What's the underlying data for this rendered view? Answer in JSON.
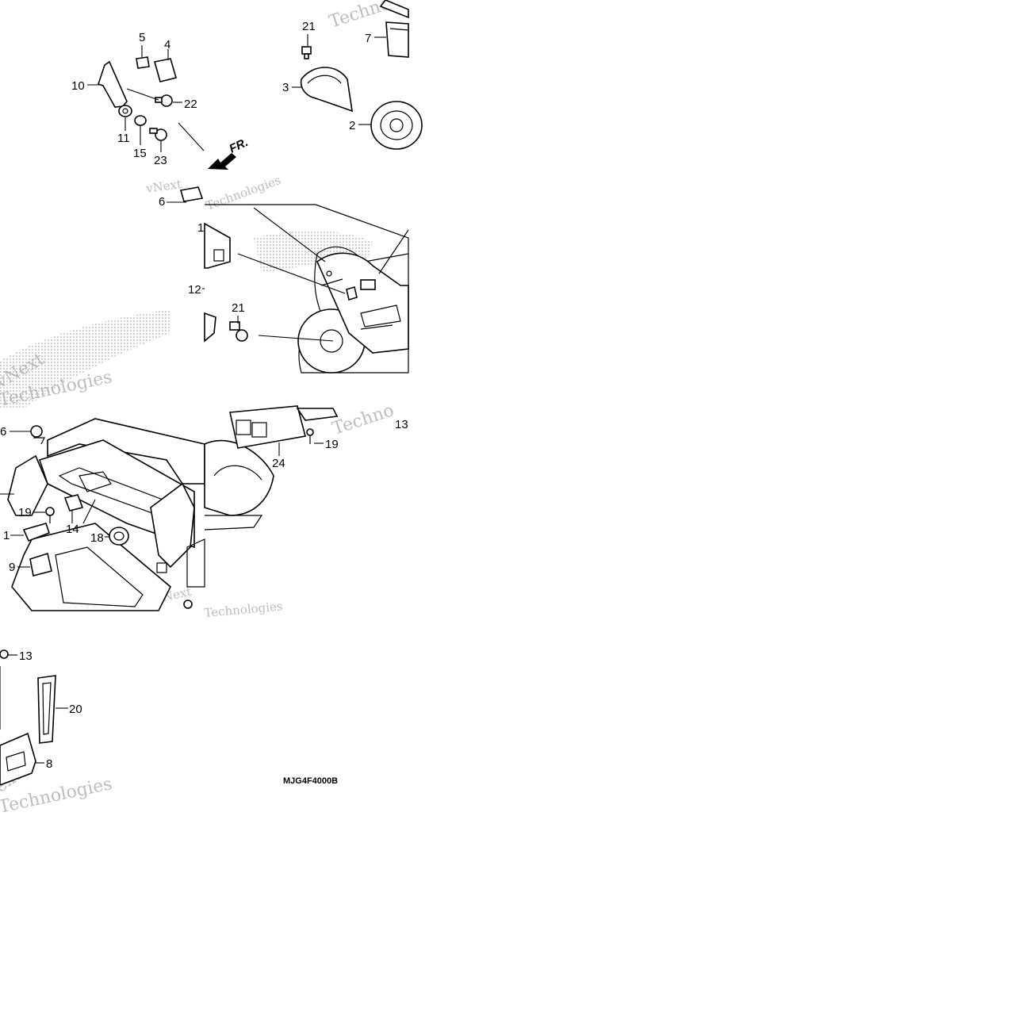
{
  "diagram": {
    "part_code": "MJG4F4000B",
    "direction_label": "FR.",
    "callouts": [
      "21",
      "7",
      "3",
      "2",
      "5",
      "4",
      "10",
      "22",
      "11",
      "15",
      "23",
      "6",
      "1",
      "12",
      "21",
      "6",
      "19",
      "1",
      "14",
      "18",
      "9",
      "24",
      "19",
      "13",
      "13",
      "20",
      "8"
    ],
    "watermarks": [
      "Techno",
      "vNext",
      "Technologies",
      "vNext",
      "Technologies",
      "Techno",
      "Technologies",
      "vNext",
      "ext",
      "Technologies"
    ]
  }
}
